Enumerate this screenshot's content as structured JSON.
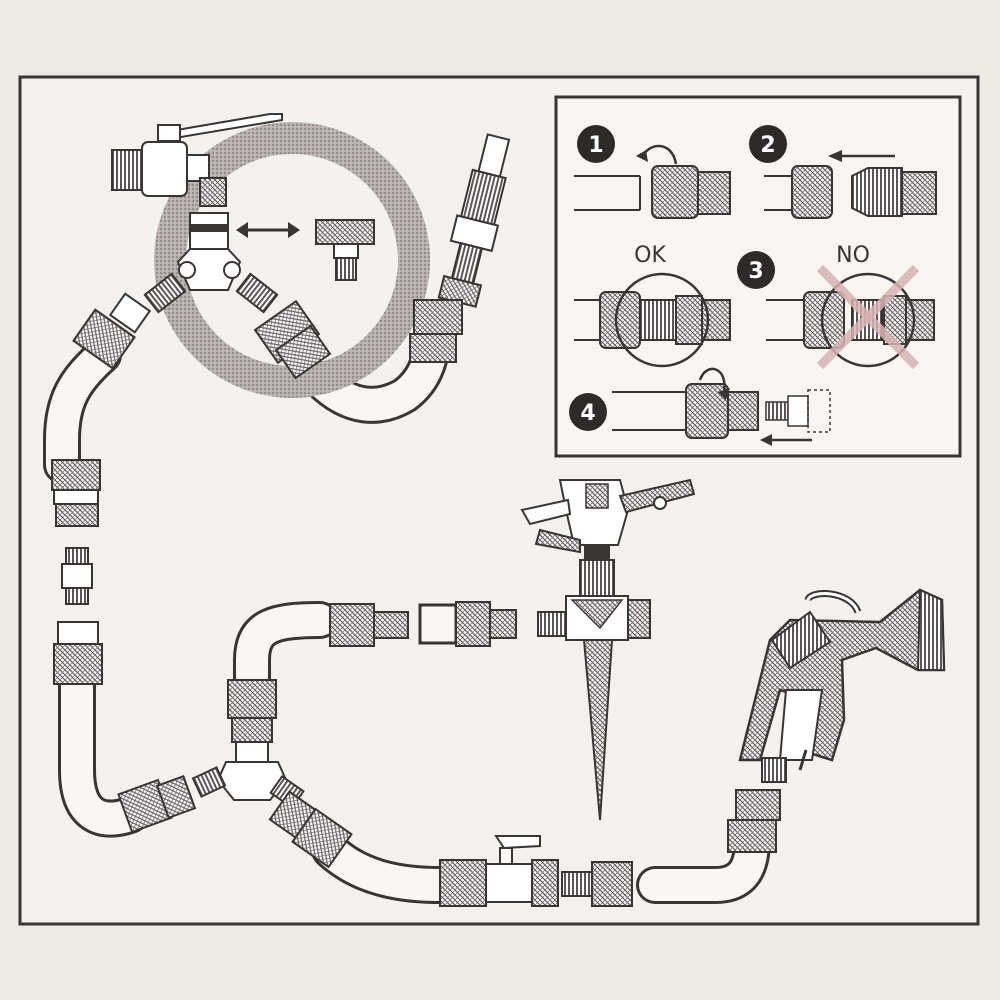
{
  "diagram": {
    "colors": {
      "background": "#ecebe6",
      "panel": "#f3f2ee",
      "ink": "#3a3535",
      "hatch": "#8a8282",
      "ring": "#a39d9b",
      "red_cross": "#d8b3b3"
    },
    "inset": {
      "steps": [
        {
          "number": "1"
        },
        {
          "number": "2"
        },
        {
          "number": "3"
        },
        {
          "number": "4"
        }
      ],
      "labels": {
        "ok": "OK",
        "no": "NO"
      }
    }
  }
}
